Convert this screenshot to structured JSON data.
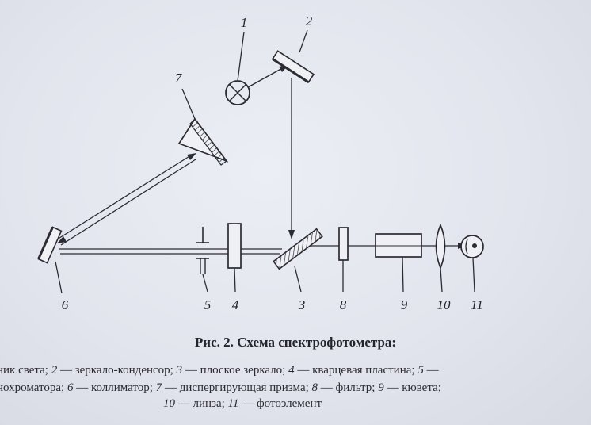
{
  "labels": {
    "l1": "1",
    "l2": "2",
    "l3": "3",
    "l4": "4",
    "l5": "5",
    "l6": "6",
    "l7": "7",
    "l8": "8",
    "l9": "9",
    "l10": "10",
    "l11": "11"
  },
  "caption": "Рис. 2. Схема спектрофотометра:",
  "legend": {
    "line1": [
      {
        "t": "ник света; ",
        "i": false
      },
      {
        "t": "2",
        "i": true
      },
      {
        "t": " — зеркало-конденсор; ",
        "i": false
      },
      {
        "t": "3",
        "i": true
      },
      {
        "t": " — плоское зеркало; ",
        "i": false
      },
      {
        "t": "4",
        "i": true
      },
      {
        "t": " — кварцевая пластина; ",
        "i": false
      },
      {
        "t": "5",
        "i": true
      },
      {
        "t": " —",
        "i": false
      }
    ],
    "line2": [
      {
        "t": "нохроматора; ",
        "i": false
      },
      {
        "t": "6",
        "i": true
      },
      {
        "t": " — коллиматор; ",
        "i": false
      },
      {
        "t": "7",
        "i": true
      },
      {
        "t": " — диспергирующая призма; ",
        "i": false
      },
      {
        "t": "8",
        "i": true
      },
      {
        "t": " — фильтр; ",
        "i": false
      },
      {
        "t": "9",
        "i": true
      },
      {
        "t": " — кювета;",
        "i": false
      }
    ],
    "line3": [
      {
        "t": "10",
        "i": true
      },
      {
        "t": " — линза; ",
        "i": false
      },
      {
        "t": "11",
        "i": true
      },
      {
        "t": " — фотоэлемент",
        "i": false
      }
    ]
  }
}
